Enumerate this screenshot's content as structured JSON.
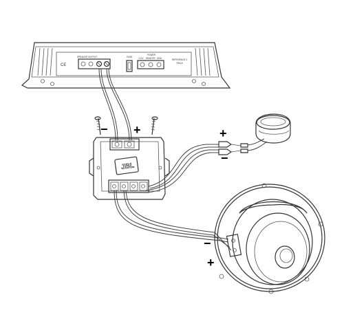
{
  "amplifier": {
    "output_label": "SPEAKER OUTPUT",
    "fuse_label": "FUSE",
    "power_label": "POWER",
    "power_terminals": [
      "+12V",
      "REMOTE",
      "GND"
    ],
    "model_line1": "REFERENCE 2",
    "model_line2": "75X1A",
    "ce_mark": "CE"
  },
  "crossover": {
    "logo": "JBL"
  },
  "polarity": {
    "crossover_input_negative": "−",
    "crossover_input_positive": "+",
    "tweeter_positive": "+",
    "tweeter_negative": "−",
    "woofer_negative": "−",
    "woofer_positive": "+"
  }
}
